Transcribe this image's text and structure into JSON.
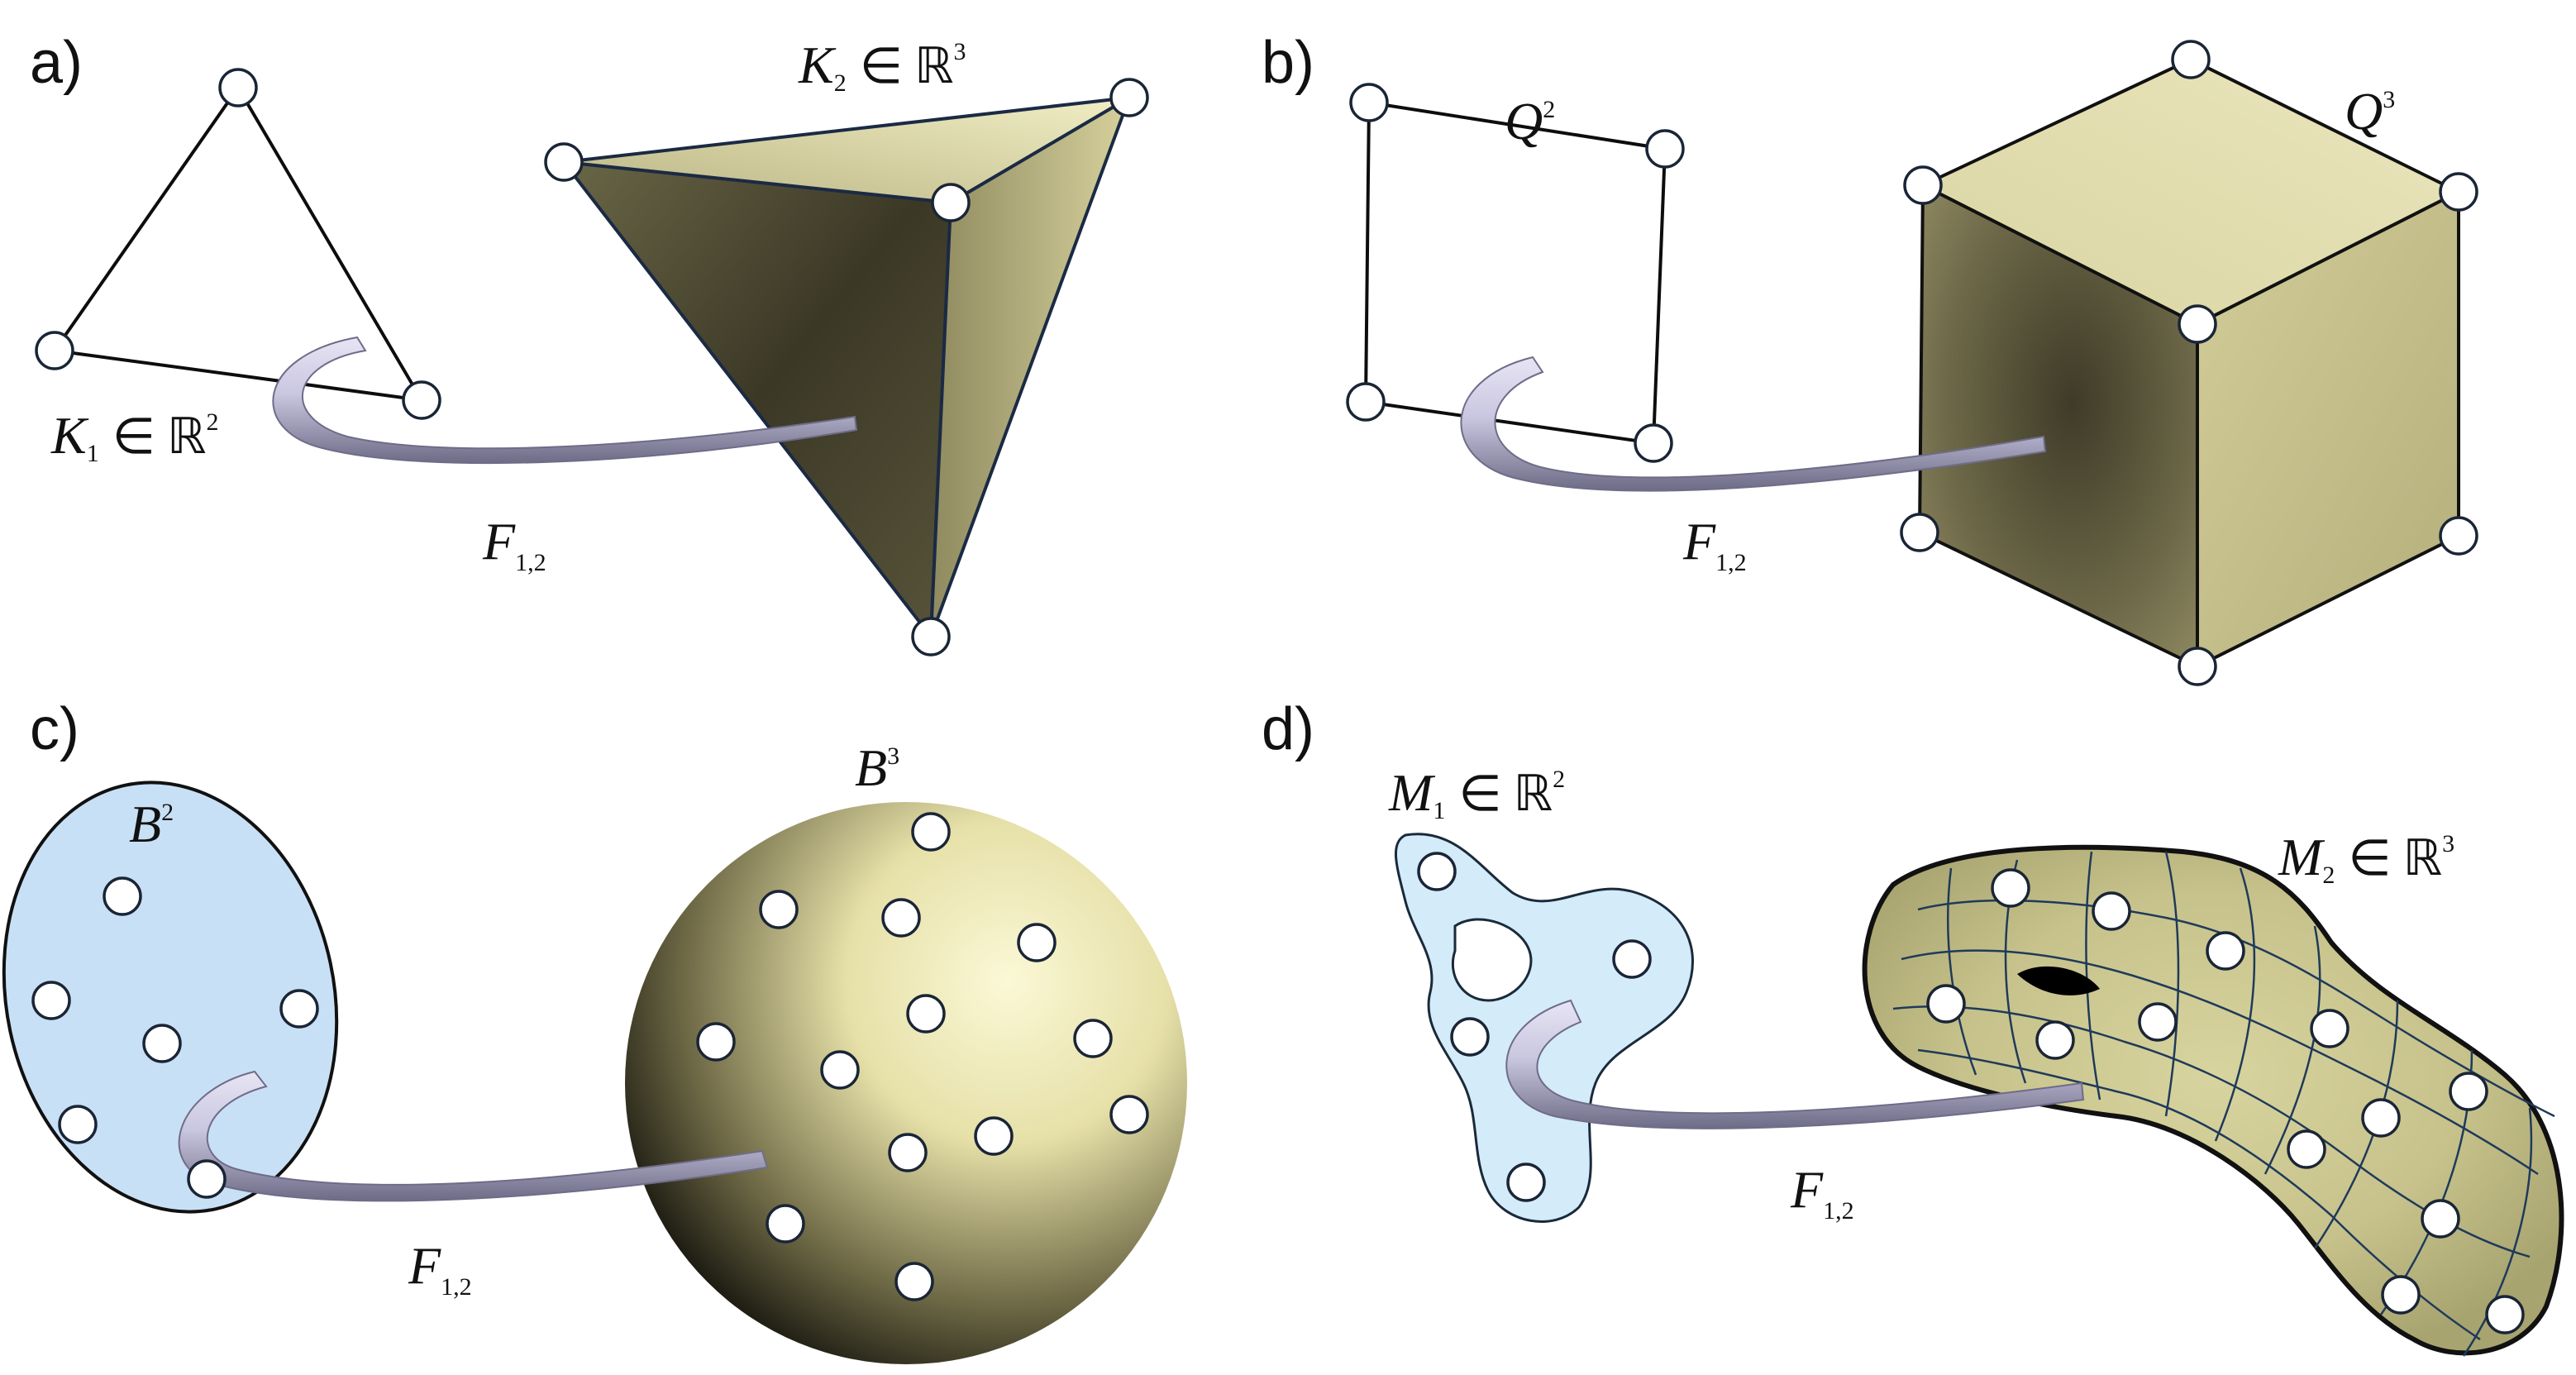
{
  "panels": {
    "a": {
      "label": "a)",
      "source": {
        "sym": "K",
        "sub": "1",
        "rel": "∈",
        "space": "ℝ",
        "dim": "2"
      },
      "target": {
        "sym": "K",
        "sub": "2",
        "rel": "∈",
        "space": "ℝ",
        "dim": "3"
      },
      "map": {
        "sym": "F",
        "sub": "1,2"
      }
    },
    "b": {
      "label": "b)",
      "source": {
        "sym": "Q",
        "sup": "2"
      },
      "target": {
        "sym": "Q",
        "sup": "3"
      },
      "map": {
        "sym": "F",
        "sub": "1,2"
      }
    },
    "c": {
      "label": "c)",
      "source": {
        "sym": "B",
        "sup": "2"
      },
      "target": {
        "sym": "B",
        "sup": "3"
      },
      "map": {
        "sym": "F",
        "sub": "1,2"
      }
    },
    "d": {
      "label": "d)",
      "source": {
        "sym": "M",
        "sub": "1",
        "rel": "∈",
        "space": "ℝ",
        "dim": "2"
      },
      "target": {
        "sym": "M",
        "sub": "2",
        "rel": "∈",
        "space": "ℝ",
        "dim": "3"
      },
      "map": {
        "sym": "F",
        "sub": "1,2"
      }
    }
  },
  "colors": {
    "domain_fill": "#cfe6fb",
    "solid_light": "#ece8b8",
    "solid_dark": "#45412c",
    "arrow": "#c6c3de",
    "grid_line": "#1f3a5a"
  }
}
